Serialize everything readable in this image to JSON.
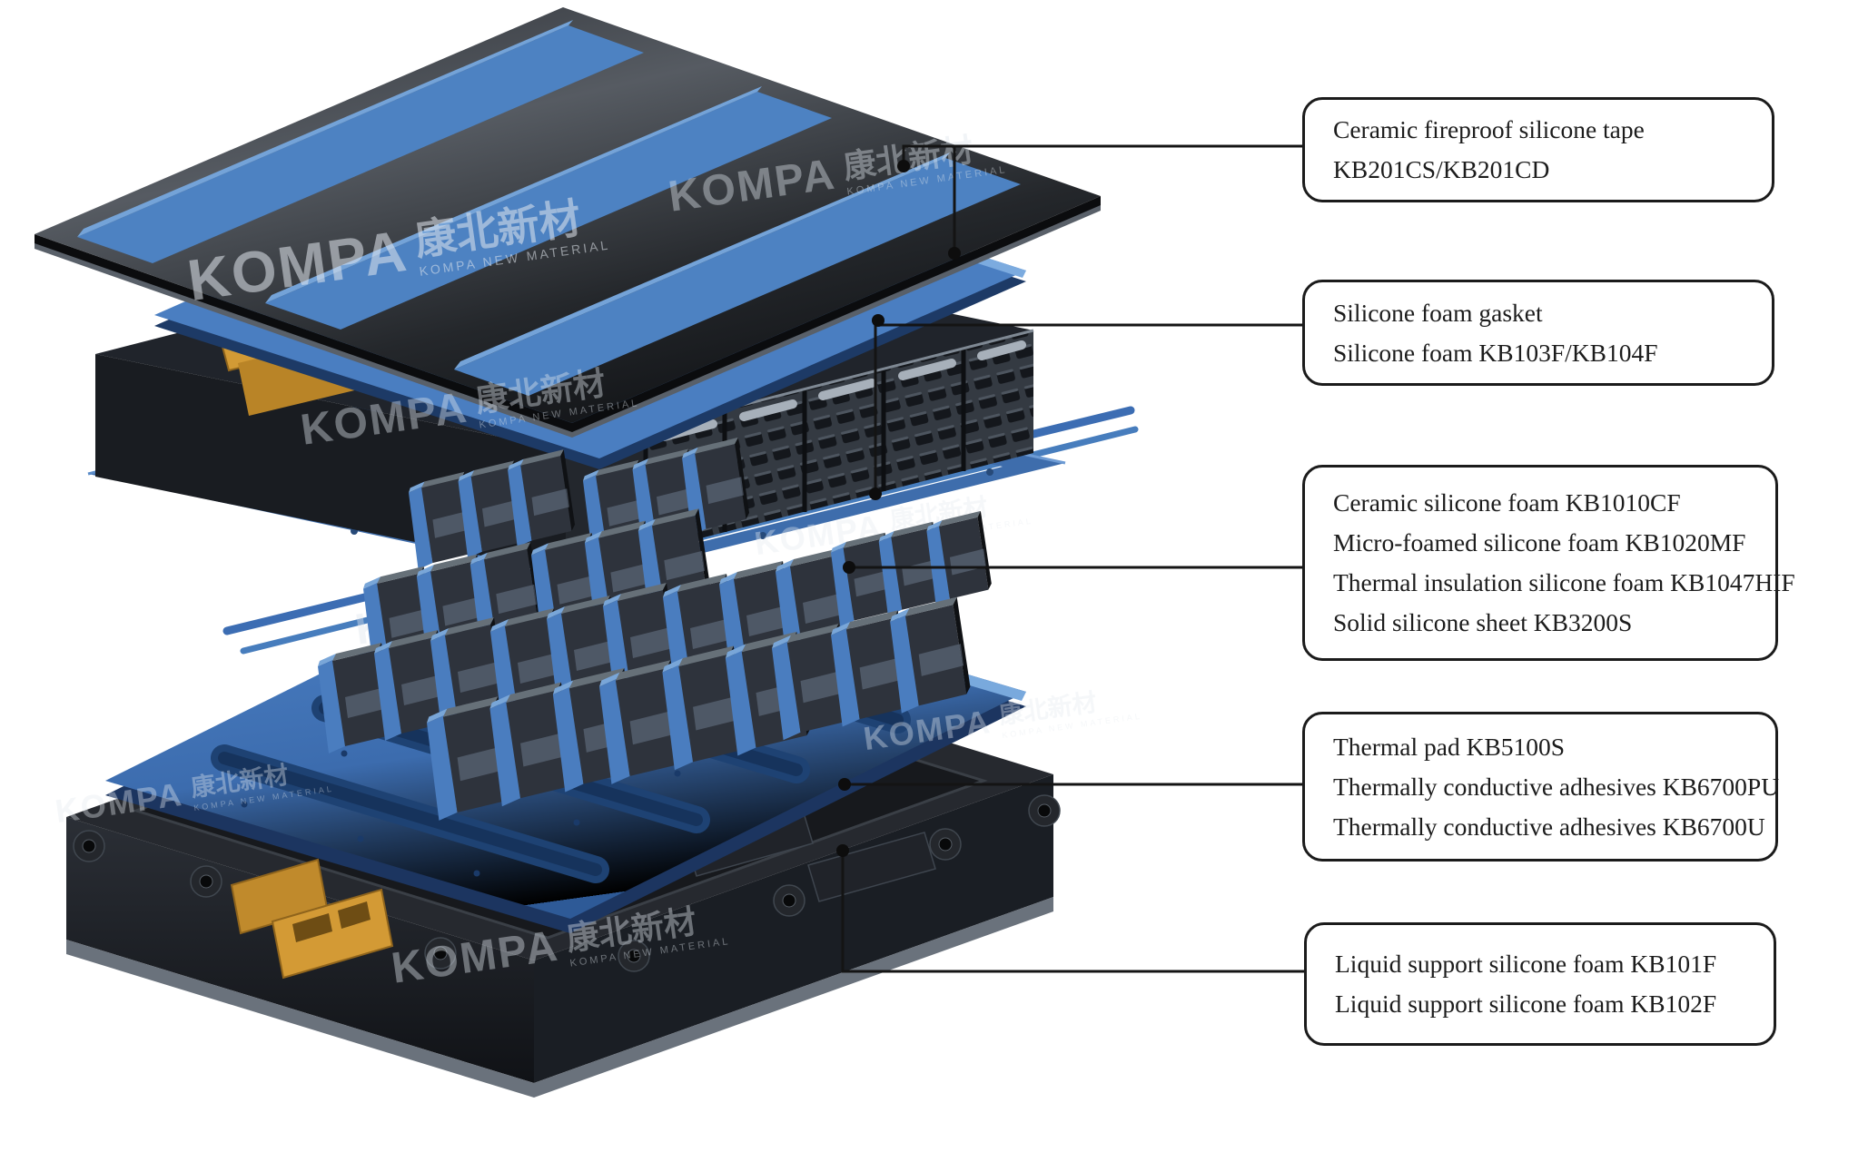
{
  "title": "Battery pack exploded-view material diagram",
  "watermark": {
    "brand": "KOMPA",
    "cjk": "康北新材",
    "sub": "KOMPA NEW MATERIAL"
  },
  "callouts": [
    {
      "id": 1,
      "lines": [
        "Ceramic fireproof silicone tape",
        "KB201CS/KB201CD"
      ]
    },
    {
      "id": 2,
      "lines": [
        "Silicone foam gasket",
        "Silicone foam KB103F/KB104F"
      ]
    },
    {
      "id": 3,
      "lines": [
        "Ceramic silicone foam KB1010CF",
        "Micro-foamed silicone foam KB1020MF",
        "Thermal insulation silicone foam KB1047HIF",
        "Solid silicone sheet KB3200S"
      ]
    },
    {
      "id": 4,
      "lines": [
        "Thermal pad KB5100S",
        "Thermally conductive adhesives KB6700PU",
        "Thermally conductive adhesives KB6700U"
      ]
    },
    {
      "id": 5,
      "lines": [
        "Liquid support silicone foam KB101F",
        "Liquid support silicone foam KB102F"
      ]
    }
  ],
  "colors": {
    "background": "#ffffff",
    "leader_line": "#141414",
    "callout_border": "#1b1b1b",
    "callout_text": "#1c1c1c",
    "tape_blue": "#4d82c2",
    "cover_dark": "#33373d",
    "foam_sheet_blue": "#4a7ec1",
    "gasket_frame_blue": "#3e6dac",
    "cooling_plate_blue": "#3e6fb2",
    "cell_pad_blue": "#4a7dbf",
    "module_dark": "#23272d",
    "tray_dark": "#1a1d21",
    "connector_orange": "#cf9733"
  }
}
